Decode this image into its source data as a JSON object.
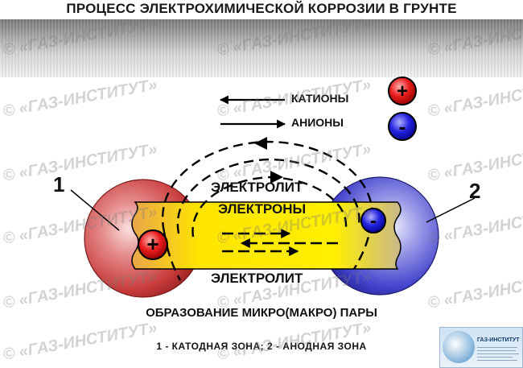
{
  "title": "ПРОЦЕСС ЭЛЕКТРОХИМИЧЕСКОЙ КОРРОЗИИ В ГРУНТЕ",
  "legend": {
    "cations": "КАТИОНЫ",
    "anions": "АНИОНЫ",
    "plus_sign": "+",
    "minus_sign": "-"
  },
  "diagram": {
    "electrolyte_top": "ЭЛЕКТРОЛИТ",
    "electrons": "ЭЛЕКТРОНЫ",
    "electrolyte_bottom": "ЭЛЕКТРОЛИТ",
    "zone_1_number": "1",
    "zone_2_number": "2",
    "cathode_sign": "+",
    "anode_sign": "-"
  },
  "caption": "ОБРАЗОВАНИЕ МИКРО(МАКРО) ПАРЫ",
  "zones_legend": "1 - КАТОДНАЯ ЗОНА; 2 - АНОДНАЯ ЗОНА",
  "watermark_text": "© «ГАЗ-ИНСТИТУТ»",
  "logo": {
    "name": "ГАЗ-ИНСТИТУТ"
  },
  "colors": {
    "cathode": "#d23a3a",
    "anode": "#3b3bd6",
    "conductor": "#ffee00",
    "arrows": "#000000"
  }
}
